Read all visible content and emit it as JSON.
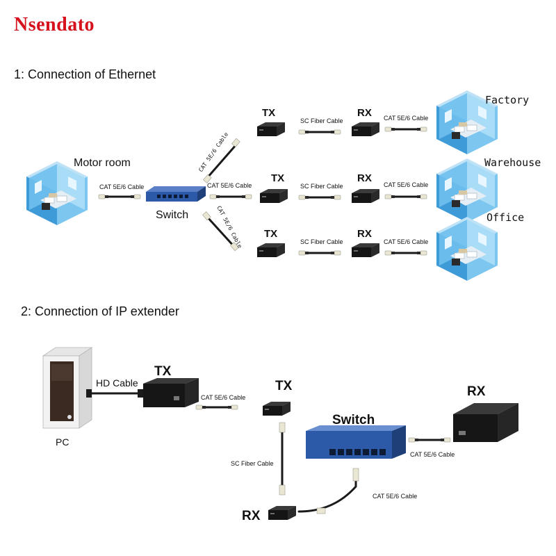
{
  "brand": "Nsendato",
  "section1": {
    "heading": "1: Connection of Ethernet",
    "motor_room": "Motor room",
    "switch": "Switch",
    "tx": "TX",
    "rx": "RX",
    "cat_cable": "CAT 5E/6 Cable",
    "cat_cable_mono": "CAT 5E/6 Cable",
    "fiber_cable": "SC Fiber Cable",
    "factory": "Factory",
    "warehouse": "Warehouse",
    "office": "Office"
  },
  "section2": {
    "heading": "2: Connection of IP extender",
    "pc": "PC",
    "hd_cable": "HD Cable",
    "tx": "TX",
    "rx": "RX",
    "switch": "Switch",
    "cat_cable": "CAT 5E/6 Cable",
    "fiber_cable": "SC Fiber Cable"
  },
  "colors": {
    "brand": "#d5121e",
    "room_blue": "#5ab4e6",
    "switch_blue": "#2d5aa8",
    "device_black": "#1b1b1b"
  }
}
